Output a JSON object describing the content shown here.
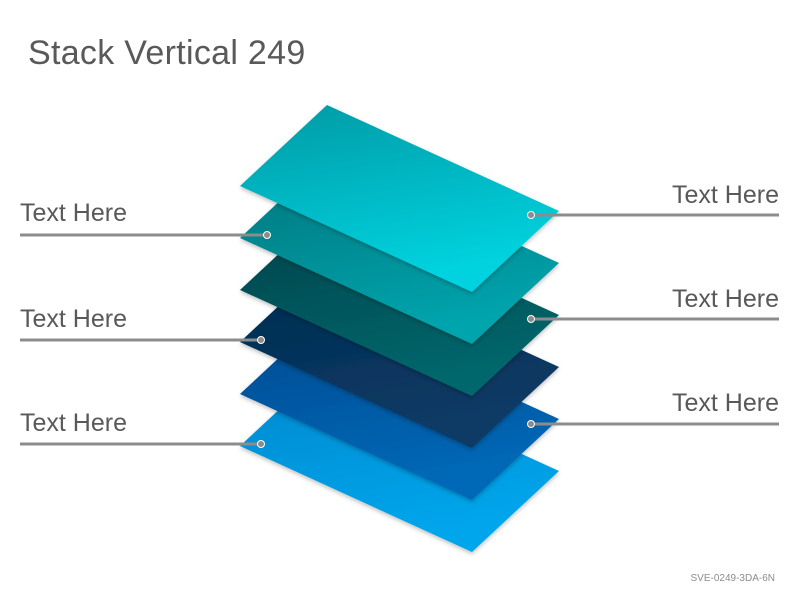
{
  "title": "Stack Vertical 249",
  "footer_code": "SVE-0249-3DA-6N",
  "colors": {
    "text": "#595959",
    "connector_line": "#8c8c8c",
    "background": "#ffffff"
  },
  "layers": [
    {
      "name": "layer-1",
      "color_top": "#009aa5",
      "color_bottom": "#00d3df"
    },
    {
      "name": "layer-2",
      "color_top": "#00737a",
      "color_bottom": "#00a4ad"
    },
    {
      "name": "layer-3",
      "color_top": "#004148",
      "color_bottom": "#00676c"
    },
    {
      "name": "layer-4",
      "color_top": "#002a4f",
      "color_bottom": "#0b3b66"
    },
    {
      "name": "layer-5",
      "color_top": "#00488f",
      "color_bottom": "#0069b7"
    },
    {
      "name": "layer-6",
      "color_top": "#0086cc",
      "color_bottom": "#00a6ec"
    }
  ],
  "labels": {
    "left": [
      "Text Here",
      "Text Here",
      "Text Here"
    ],
    "right": [
      "Text Here",
      "Text Here",
      "Text Here"
    ]
  }
}
